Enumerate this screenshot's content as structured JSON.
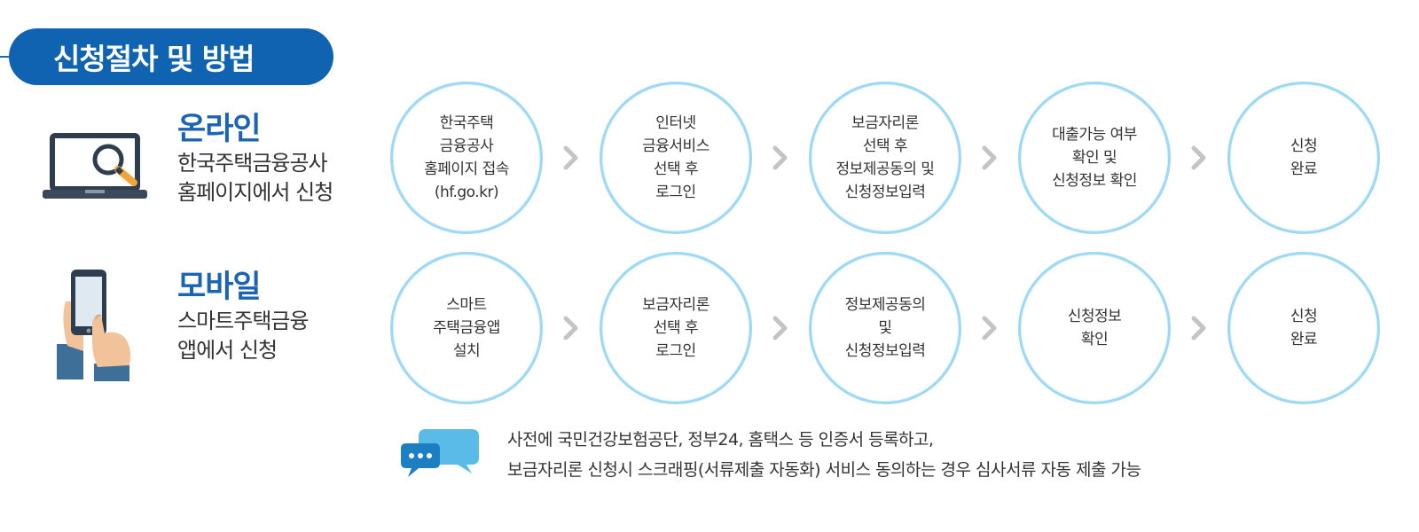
{
  "header": {
    "title": "신청절차 및 방법"
  },
  "rows": [
    {
      "name": "온라인",
      "desc": "한국주택금융공사\n홈페이지에서 신청",
      "steps": [
        "한국주택\n금융공사\n홈페이지 접속\n(hf.go.kr)",
        "인터넷\n금융서비스\n선택 후\n로그인",
        "보금자리론\n선택 후\n정보제공동의 및\n신청정보입력",
        "대출가능 여부\n확인 및\n신청정보 확인",
        "신청\n완료"
      ]
    },
    {
      "name": "모바일",
      "desc": "스마트주택금융\n앱에서 신청",
      "steps": [
        "스마트\n주택금융앱\n설치",
        "보금자리론\n선택 후\n로그인",
        "정보제공동의\n및\n신청정보입력",
        "신청정보\n확인",
        "신청\n완료"
      ]
    }
  ],
  "note": {
    "line1": "사전에 국민건강보험공단, 정부24, 홈택스 등 인증서 등록하고,",
    "line2": "보금자리론 신청시 스크래핑(서류제출 자동화) 서비스 동의하는 경우 심사서류 자동 제출 가능"
  },
  "icons": {
    "online": "laptop-search-icon",
    "mobile": "smartphone-hand-icon",
    "note": "chat-bubble-icon",
    "arrow": "chevron-right-icon"
  },
  "colors": {
    "title_bg": "#0f63b0",
    "label_blue": "#1b64b5",
    "circle_border": "#9dd8f4",
    "arrow_gray": "#c4c4c4"
  }
}
